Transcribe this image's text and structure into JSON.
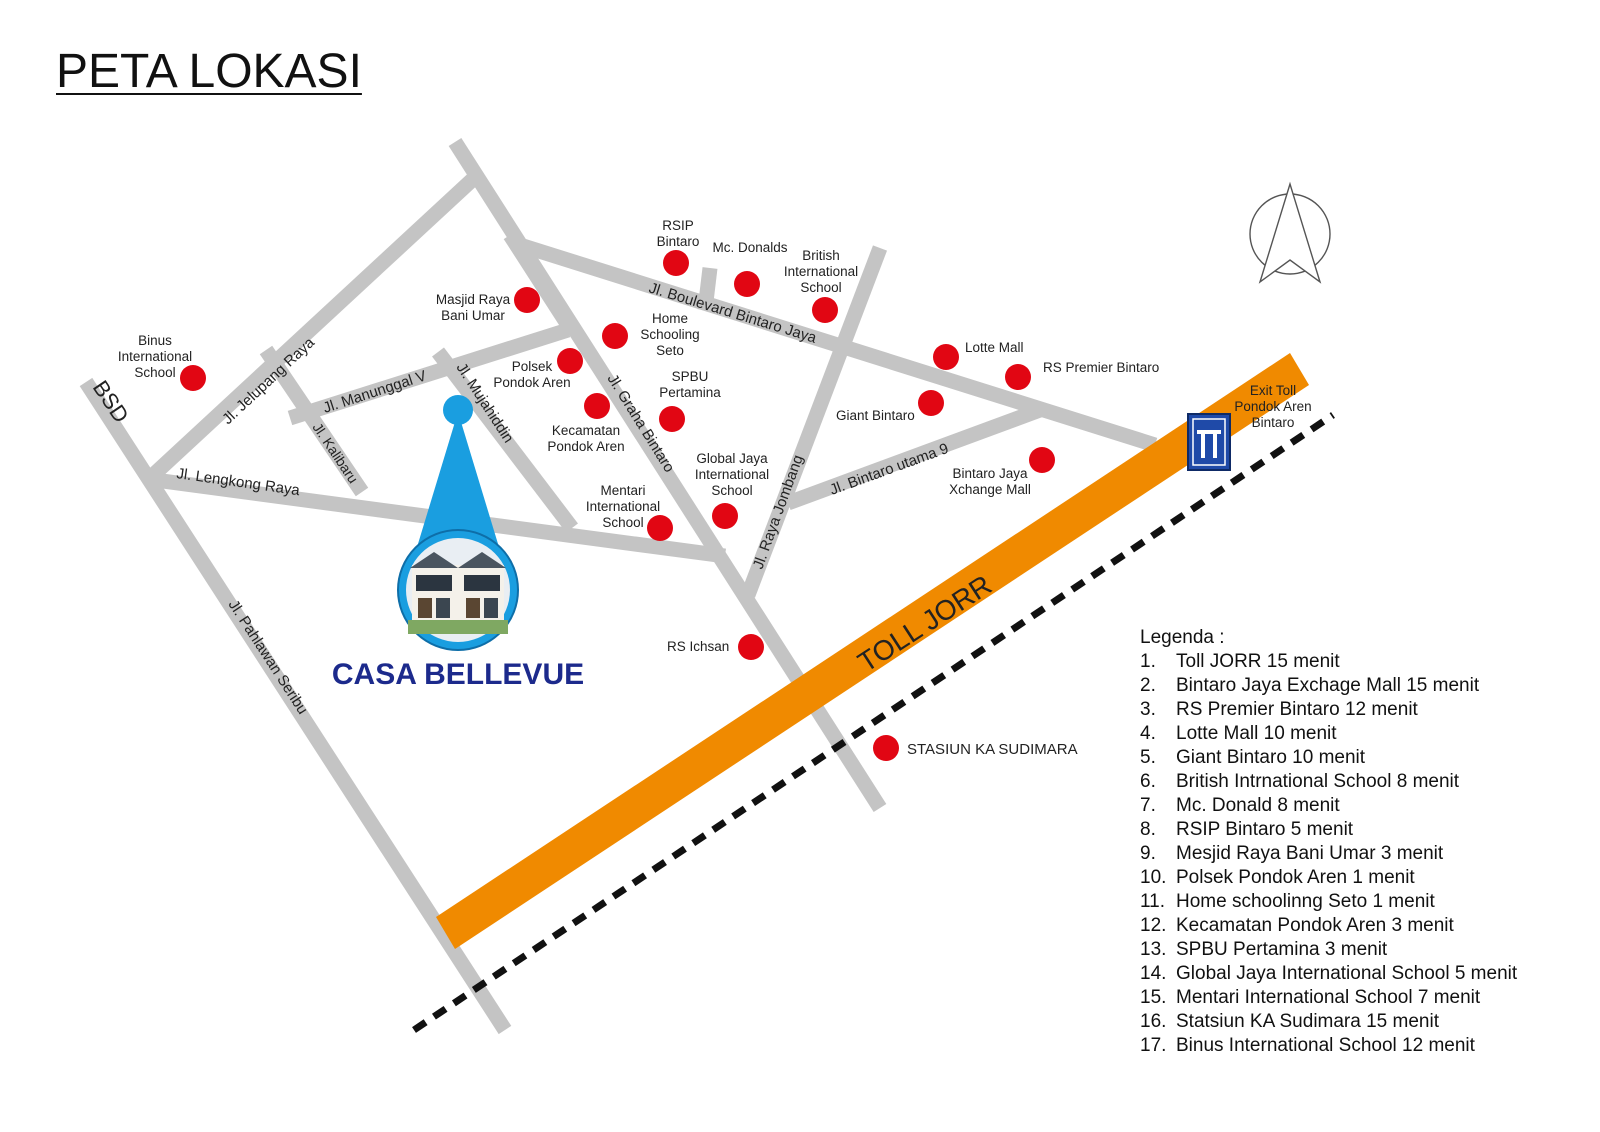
{
  "title": "PETA LOKASI",
  "brand": {
    "name": "CASA BELLEVUE",
    "color": "#1c2a8c"
  },
  "colors": {
    "road": "#c4c4c4",
    "toll": "#f08a00",
    "poi": "#e10613",
    "pin": "#1a9ee0",
    "rail": "#111111",
    "toll_sign": "#1f4aa8"
  },
  "roads": {
    "bsd": "BSD",
    "jelupang": "Jl. Jelupang Raya",
    "lengkong": "Jl. Lengkong Raya",
    "kalibaru": "Jl. Kalibaru",
    "manunggal": "Jl. Manunggal V",
    "mujahiddin": "Jl. Mujahiddin",
    "graha": "Jl. Graha Bintaro",
    "boulevard": "Jl. Boulevard Bintaro Jaya",
    "jombang": "Jl. Raya Jombang",
    "utama9": "Jl. Bintaro utama 9",
    "pahlawan": "Jl. Pahlawan Seribu",
    "toll": "TOLL JORR"
  },
  "pois": {
    "rsip": [
      "RSIP",
      "Bintaro"
    ],
    "mcd": [
      "Mc. Donalds"
    ],
    "british": [
      "British",
      "International",
      "School"
    ],
    "masjid": [
      "Masjid Raya",
      "Bani Umar"
    ],
    "home": [
      "Home",
      "Schooling",
      "Seto"
    ],
    "polsek": [
      "Polsek",
      "Pondok Aren"
    ],
    "spbu": [
      "SPBU",
      "Pertamina"
    ],
    "kecamatan": [
      "Kecamatan",
      "Pondok Aren"
    ],
    "binus": [
      "Binus",
      "International",
      "School"
    ],
    "lotte": [
      "Lotte Mall"
    ],
    "premier": [
      "RS Premier Bintaro"
    ],
    "giant": [
      "Giant Bintaro"
    ],
    "xchange": [
      "Bintaro Jaya",
      "Xchange Mall"
    ],
    "globaljaya": [
      "Global Jaya",
      "International",
      "School"
    ],
    "mentari": [
      "Mentari",
      "International",
      "School"
    ],
    "ichsan": [
      "RS Ichsan"
    ],
    "stasiun": [
      "STASIUN KA SUDIMARA"
    ],
    "exit": [
      "Exit Toll",
      "Pondok Aren",
      "Bintaro"
    ]
  },
  "legend": {
    "title": "Legenda :",
    "items": [
      {
        "num": "1.",
        "text": "Toll JORR 15 menit"
      },
      {
        "num": "2.",
        "text": "Bintaro Jaya Exchage Mall 15 menit"
      },
      {
        "num": "3.",
        "text": "RS Premier Bintaro 12 menit"
      },
      {
        "num": "4.",
        "text": "Lotte Mall 10 menit"
      },
      {
        "num": "5.",
        "text": "Giant Bintaro 10 menit"
      },
      {
        "num": "6.",
        "text": "British Intrnational School 8 menit"
      },
      {
        "num": "7.",
        "text": "Mc. Donald 8 menit"
      },
      {
        "num": "8.",
        "text": "RSIP Bintaro 5 menit"
      },
      {
        "num": "9.",
        "text": "Mesjid Raya Bani Umar 3 menit"
      },
      {
        "num": "10.",
        "text": "Polsek Pondok Aren 1 menit"
      },
      {
        "num": "11.",
        "text": "Home schoolinng Seto 1 menit"
      },
      {
        "num": "12.",
        "text": "Kecamatan Pondok Aren 3 menit"
      },
      {
        "num": "13.",
        "text": "SPBU Pertamina 3 menit"
      },
      {
        "num": "14.",
        "text": "Global Jaya International School 5 menit"
      },
      {
        "num": "15.",
        "text": "Mentari International School 7 menit"
      },
      {
        "num": "16.",
        "text": "Statsiun KA Sudimara 15 menit"
      },
      {
        "num": "17.",
        "text": "Binus International School 12 menit"
      }
    ]
  }
}
